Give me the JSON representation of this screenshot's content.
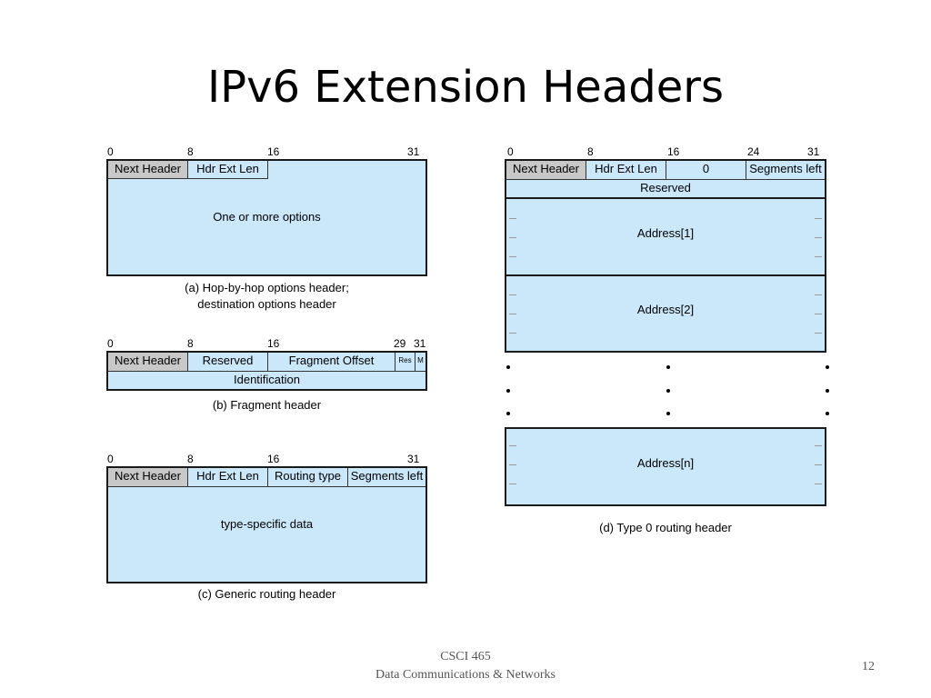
{
  "slide": {
    "title": "IPv6 Extension Headers",
    "footer_line1": "CSCI 465",
    "footer_line2": "Data Communications &  Networks",
    "page_number": "12"
  },
  "hop_by_hop": {
    "ticks": [
      "0",
      "8",
      "16",
      "31"
    ],
    "fields": [
      "Next Header",
      "Hdr Ext Len"
    ],
    "body": "One or more options",
    "caption_line1": "(a) Hop-by-hop options header;",
    "caption_line2": "destination options header"
  },
  "fragment": {
    "ticks": [
      "0",
      "8",
      "16",
      "29",
      "31"
    ],
    "fields": [
      "Next Header",
      "Reserved",
      "Fragment Offset",
      "Res",
      "M"
    ],
    "row2": "Identification",
    "caption": "(b) Fragment header"
  },
  "generic_routing": {
    "ticks": [
      "0",
      "8",
      "16",
      "31"
    ],
    "fields": [
      "Next Header",
      "Hdr Ext Len",
      "Routing type",
      "Segments left"
    ],
    "body": "type-specific data",
    "caption": "(c) Generic routing header"
  },
  "type0_routing": {
    "ticks": [
      "0",
      "8",
      "16",
      "24",
      "31"
    ],
    "fields": [
      "Next Header",
      "Hdr Ext Len",
      "0",
      "Segments left"
    ],
    "reserved": "Reserved",
    "address1": "Address[1]",
    "address2": "Address[2]",
    "addressn": "Address[n]",
    "caption": "(d) Type 0 routing header"
  },
  "colors": {
    "field_fill": "#cbe8fb",
    "header_fill": "#c8c8c8",
    "border": "#1a1a1a"
  }
}
